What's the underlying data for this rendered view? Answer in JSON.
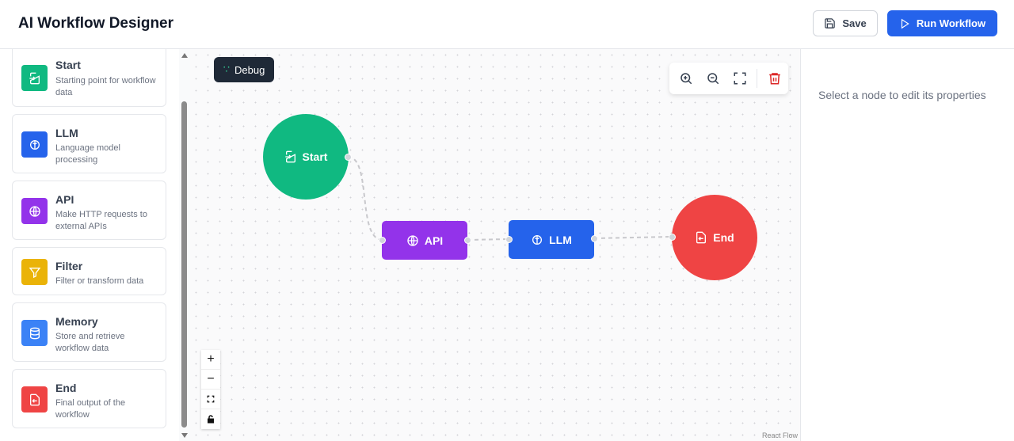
{
  "header": {
    "title": "AI Workflow Designer",
    "save_label": "Save",
    "run_label": "Run Workflow"
  },
  "sidebar": {
    "items": [
      {
        "label": "Start",
        "desc": "Starting point for workflow data",
        "icon": "file-input-icon",
        "color": "#10b981"
      },
      {
        "label": "LLM",
        "desc": "Language model processing",
        "icon": "brain-icon",
        "color": "#2563eb"
      },
      {
        "label": "API",
        "desc": "Make HTTP requests to external APIs",
        "icon": "globe-icon",
        "color": "#9333ea"
      },
      {
        "label": "Filter",
        "desc": "Filter or transform data",
        "icon": "filter-icon",
        "color": "#eab308"
      },
      {
        "label": "Memory",
        "desc": "Store and retrieve workflow data",
        "icon": "database-icon",
        "color": "#3b82f6"
      },
      {
        "label": "End",
        "desc": "Final output of the workflow",
        "icon": "file-output-icon",
        "color": "#ef4444"
      }
    ]
  },
  "canvas": {
    "debug_label": "Debug",
    "nodes": [
      {
        "label": "Start",
        "color": "#10b981"
      },
      {
        "label": "API",
        "color": "#9333ea"
      },
      {
        "label": "LLM",
        "color": "#2563eb"
      },
      {
        "label": "End",
        "color": "#ef4444"
      }
    ],
    "attribution": "React Flow"
  },
  "properties": {
    "hint": "Select a node to edit its properties"
  }
}
